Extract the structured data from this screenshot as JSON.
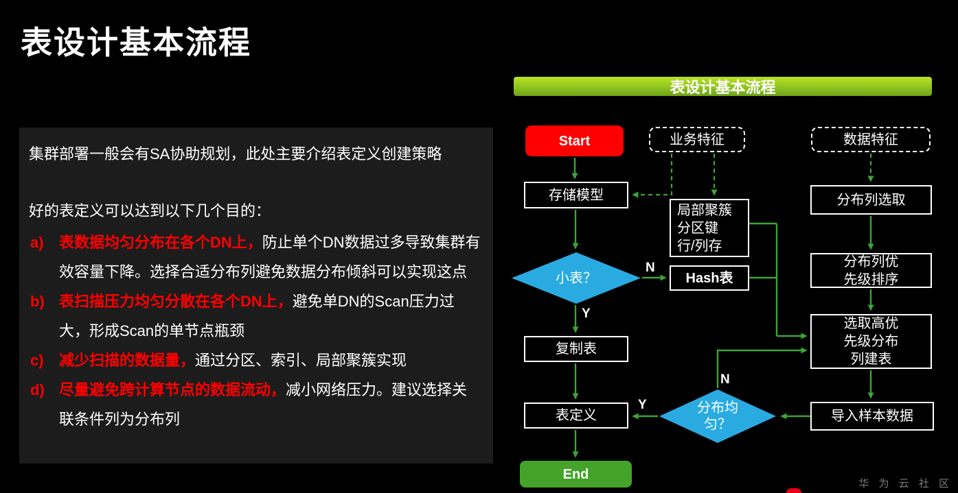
{
  "page": {
    "title": "表设计基本流程"
  },
  "left_panel": {
    "intro": "集群部署一般会有SA协助规划，此处主要介绍表定义创建策略",
    "goals_heading": "好的表定义可以达到以下几个目的：",
    "goals": [
      {
        "marker": "a)",
        "highlight": "表数据均匀分布在各个DN上，",
        "rest": "防止单个DN数据过多导致集群有效容量下降。选择合适分布列避免数据分布倾斜可以实现这点"
      },
      {
        "marker": "b)",
        "highlight": "表扫描压力均匀分散在各个DN上，",
        "rest": "避免单DN的Scan压力过大，形成Scan的单节点瓶颈"
      },
      {
        "marker": "c)",
        "highlight": "减少扫描的数据量，",
        "rest": "通过分区、索引、局部聚簇实现"
      },
      {
        "marker": "d)",
        "highlight": "尽量避免跨计算节点的数据流动，",
        "rest": "减小网络压力。建议选择关联条件列为分布列"
      }
    ]
  },
  "flowchart": {
    "title": "表设计基本流程",
    "nodes": {
      "start": "Start",
      "business_feature": "业务特征",
      "data_feature": "数据特征",
      "storage_model": "存储模型",
      "cluster": "局部聚簇\n分区键\n行/列存",
      "dist_col_select": "分布列选取",
      "small_table": "小表？",
      "hash_table": "Hash表",
      "dist_col_rank": "分布列优\n先级排序",
      "copy_table": "复制表",
      "pick_dist_col": "选取高优\n先级分布\n列建表",
      "table_def": "表定义",
      "dist_even": "分布均\n匀？",
      "import_sample": "导入样本数据",
      "end": "End"
    },
    "edge_labels": {
      "small_table_no": "N",
      "small_table_yes": "Y",
      "dist_even_yes": "Y",
      "dist_even_no": "N"
    }
  },
  "watermark": "华 为 云 社 区",
  "colors": {
    "background": "#000000",
    "panel": "#1c1c1c",
    "highlight_red": "#ff0000",
    "arrow_green": "#3aa636",
    "diamond_blue": "#29abe2",
    "start_red": "#ff0000",
    "end_green": "#45a32a",
    "titlebar_green": "#8fc31f"
  }
}
